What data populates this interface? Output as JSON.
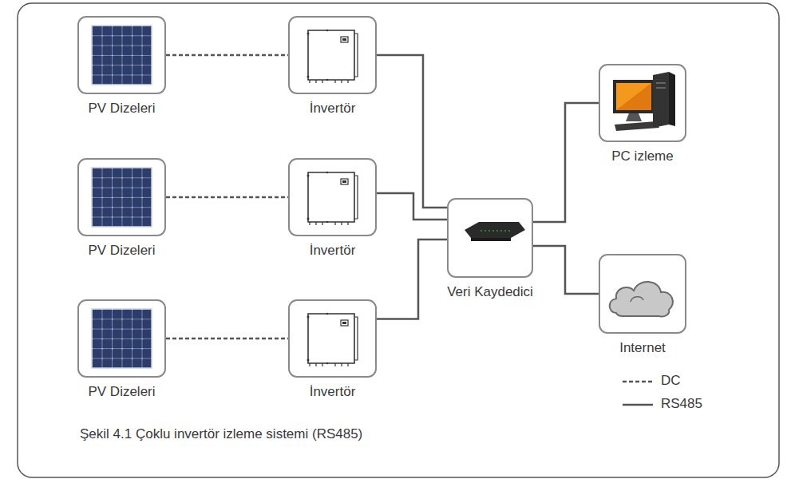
{
  "diagram": {
    "caption": "Şekil 4.1 Çoklu invertör izleme sistemi (RS485)",
    "nodes": [
      {
        "text": [
          "PV Dizeleri"
        ]
      },
      {
        "text": [
          "İnvertör"
        ]
      },
      {
        "text": [
          "PV Dizeleri"
        ]
      },
      {
        "text": [
          "İnvertör"
        ]
      },
      {
        "text": [
          "PV Dizeleri"
        ]
      },
      {
        "text": [
          "İnvertör"
        ]
      },
      {
        "text": [
          "Veri Kaydedici"
        ]
      },
      {
        "text": [
          "PC izleme"
        ]
      },
      {
        "text": [
          "Internet"
        ]
      }
    ],
    "edges": [
      {
        "from": 0,
        "to": 1,
        "arrow": "none"
      },
      {
        "from": 2,
        "to": 3,
        "arrow": "none"
      },
      {
        "from": 4,
        "to": 5,
        "arrow": "none"
      },
      {
        "from": 1,
        "to": 6,
        "arrow": "none"
      },
      {
        "from": 3,
        "to": 6,
        "arrow": "none"
      },
      {
        "from": 5,
        "to": 6,
        "arrow": "none"
      },
      {
        "from": 6,
        "to": 7,
        "arrow": "none"
      },
      {
        "from": 6,
        "to": 8,
        "arrow": "none"
      }
    ],
    "legend": [
      {
        "text": "DC"
      },
      {
        "text": "RS485"
      }
    ]
  }
}
